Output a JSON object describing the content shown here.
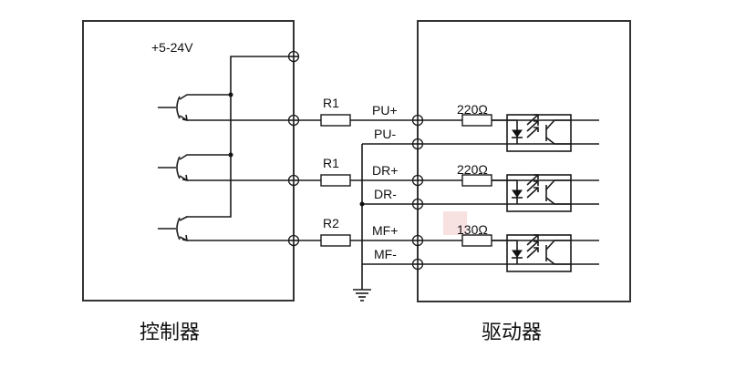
{
  "diagram": {
    "type": "wiring-schematic",
    "controller": {
      "caption": "控制器",
      "supply_label": "+5-24V",
      "transistor_count": 3
    },
    "driver": {
      "caption": "驱动器"
    },
    "series_resistors": [
      {
        "label": "R1",
        "signal": "PU"
      },
      {
        "label": "R1",
        "signal": "DR"
      },
      {
        "label": "R2",
        "signal": "MF"
      }
    ],
    "signals": [
      {
        "plus": "PU+",
        "minus": "PU-",
        "internal_resistor": "220Ω"
      },
      {
        "plus": "DR+",
        "minus": "DR-",
        "internal_resistor": "220Ω"
      },
      {
        "plus": "MF+",
        "minus": "MF-",
        "internal_resistor": "130Ω"
      }
    ],
    "ground_symbol": "ground-icon",
    "colors": {
      "line": "#1a1a1a",
      "background": "#ffffff",
      "highlight": "#f6dada"
    }
  }
}
